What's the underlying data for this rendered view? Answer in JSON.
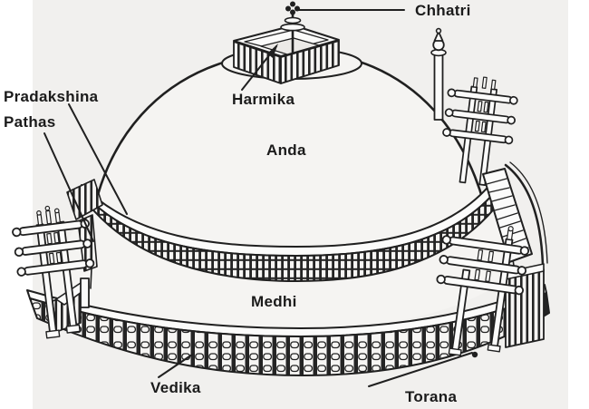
{
  "meta": {
    "description": "Labeled line-drawing diagram of a Buddhist stupa (Great Stupa at Sanchi style)",
    "diagram_type": "architecture-line-drawing"
  },
  "palette": {
    "background": "#ffffff",
    "paper": "#f1f0ee",
    "ink": "#202020",
    "fill_white": "#fbfbfa"
  },
  "labels": {
    "chhatri": "Chhatri",
    "pradakshina_line1": "Pradakshina",
    "pradakshina_line2": "Pathas",
    "harmika": "Harmika",
    "anda": "Anda",
    "medhi": "Medhi",
    "vedika": "Vedika",
    "torana": "Torana"
  }
}
